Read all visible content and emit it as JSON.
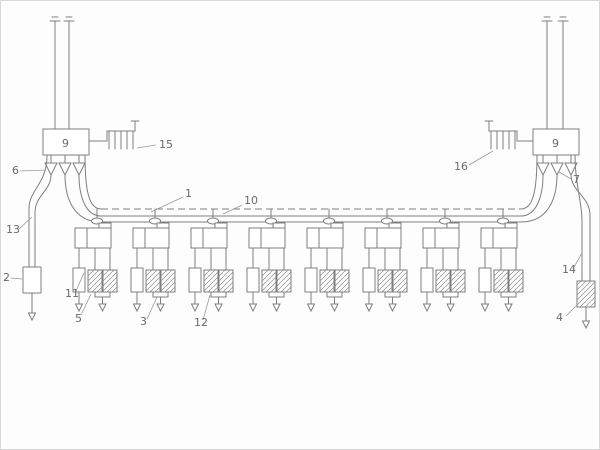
{
  "diagram": {
    "labels": {
      "n1": "1",
      "n2": "2",
      "n3": "3",
      "n4": "4",
      "n5": "5",
      "n6": "6",
      "n7": "7",
      "n9_left": "9",
      "n9_right": "9",
      "n10": "10",
      "n11": "11",
      "n12": "12",
      "n13": "13",
      "n14": "14",
      "n15": "15",
      "n16": "16"
    }
  }
}
